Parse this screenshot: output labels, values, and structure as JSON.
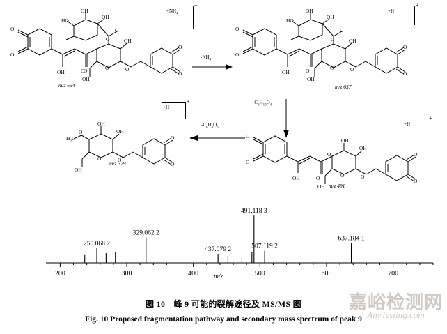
{
  "figure": {
    "caption_cn": "图 10　峰 9 可能的裂解途径及 MS/MS 图",
    "caption_en": "Fig. 10   Proposed fragmentation pathway and secondary mass spectrum of peak 9"
  },
  "watermark": {
    "cn": "嘉峪检测网",
    "en": "AnyTesting.com",
    "color": "#cfc9c2"
  },
  "scheme": {
    "structures": [
      {
        "id": "s654",
        "mz_prefix": "m/z",
        "mz_value": "654"
      },
      {
        "id": "s637",
        "mz_prefix": "m/z",
        "mz_value": "637"
      },
      {
        "id": "s491",
        "mz_prefix": "m/z",
        "mz_value": "491"
      },
      {
        "id": "s329",
        "mz_prefix": "m/z",
        "mz_value": "329"
      }
    ],
    "charge_brackets": [
      {
        "id": "b654",
        "label": "+NH",
        "label_sub": "4",
        "charge": "+"
      },
      {
        "id": "b637",
        "label": "+H",
        "label_sub": "",
        "charge": "+"
      },
      {
        "id": "b491",
        "label": "+H",
        "label_sub": "",
        "charge": "+"
      },
      {
        "id": "b329",
        "label": "+H",
        "label_sub": "",
        "charge": "+"
      }
    ],
    "arrows": [
      {
        "id": "a1",
        "label": "-NH",
        "label_sub": "4",
        "direction": "right"
      },
      {
        "id": "a2",
        "label": "-C",
        "label_sub": "6",
        "label_mid": "H",
        "label_sub2": "10",
        "label_mid2": "O",
        "label_sub3": "4",
        "direction": "down"
      },
      {
        "id": "a3",
        "label": "-C",
        "label_sub": "8",
        "label_mid": "H",
        "label_sub2": "8",
        "label_mid2": "O",
        "label_sub3": "3",
        "direction": "left"
      }
    ],
    "atom_labels": {
      "OH": "OH",
      "HO": "HO",
      "O": "O",
      "H3C": "H₃C",
      "OCH3": "O"
    }
  },
  "chart_data": {
    "type": "bar",
    "title": "",
    "xlabel": "m/z",
    "ylabel": "",
    "xlim": [
      185,
      760
    ],
    "ylim": [
      0,
      100
    ],
    "grid": false,
    "legend": false,
    "axis_ticks": [
      200,
      300,
      400,
      500,
      600,
      700
    ],
    "minor_tick_step": 20,
    "x": [
      237,
      255.068,
      269,
      283,
      329.062,
      437.079,
      452,
      473,
      488,
      491.118,
      507.119,
      637.184
    ],
    "values": [
      14,
      24,
      16,
      18,
      42,
      15,
      12,
      10,
      18,
      78,
      20,
      33
    ],
    "labels": [
      {
        "mz": "255.068",
        "charge": "2",
        "x": 255.068,
        "y": 24
      },
      {
        "mz": "329.062",
        "charge": "2",
        "x": 329.062,
        "y": 42
      },
      {
        "mz": "437.079",
        "charge": "2",
        "x": 437.079,
        "y": 15
      },
      {
        "mz": "491.118",
        "charge": "3",
        "x": 491.118,
        "y": 78
      },
      {
        "mz": "507.119",
        "charge": "2",
        "x": 507.119,
        "y": 20
      },
      {
        "mz": "637.184",
        "charge": "1",
        "x": 637.184,
        "y": 33
      }
    ]
  }
}
